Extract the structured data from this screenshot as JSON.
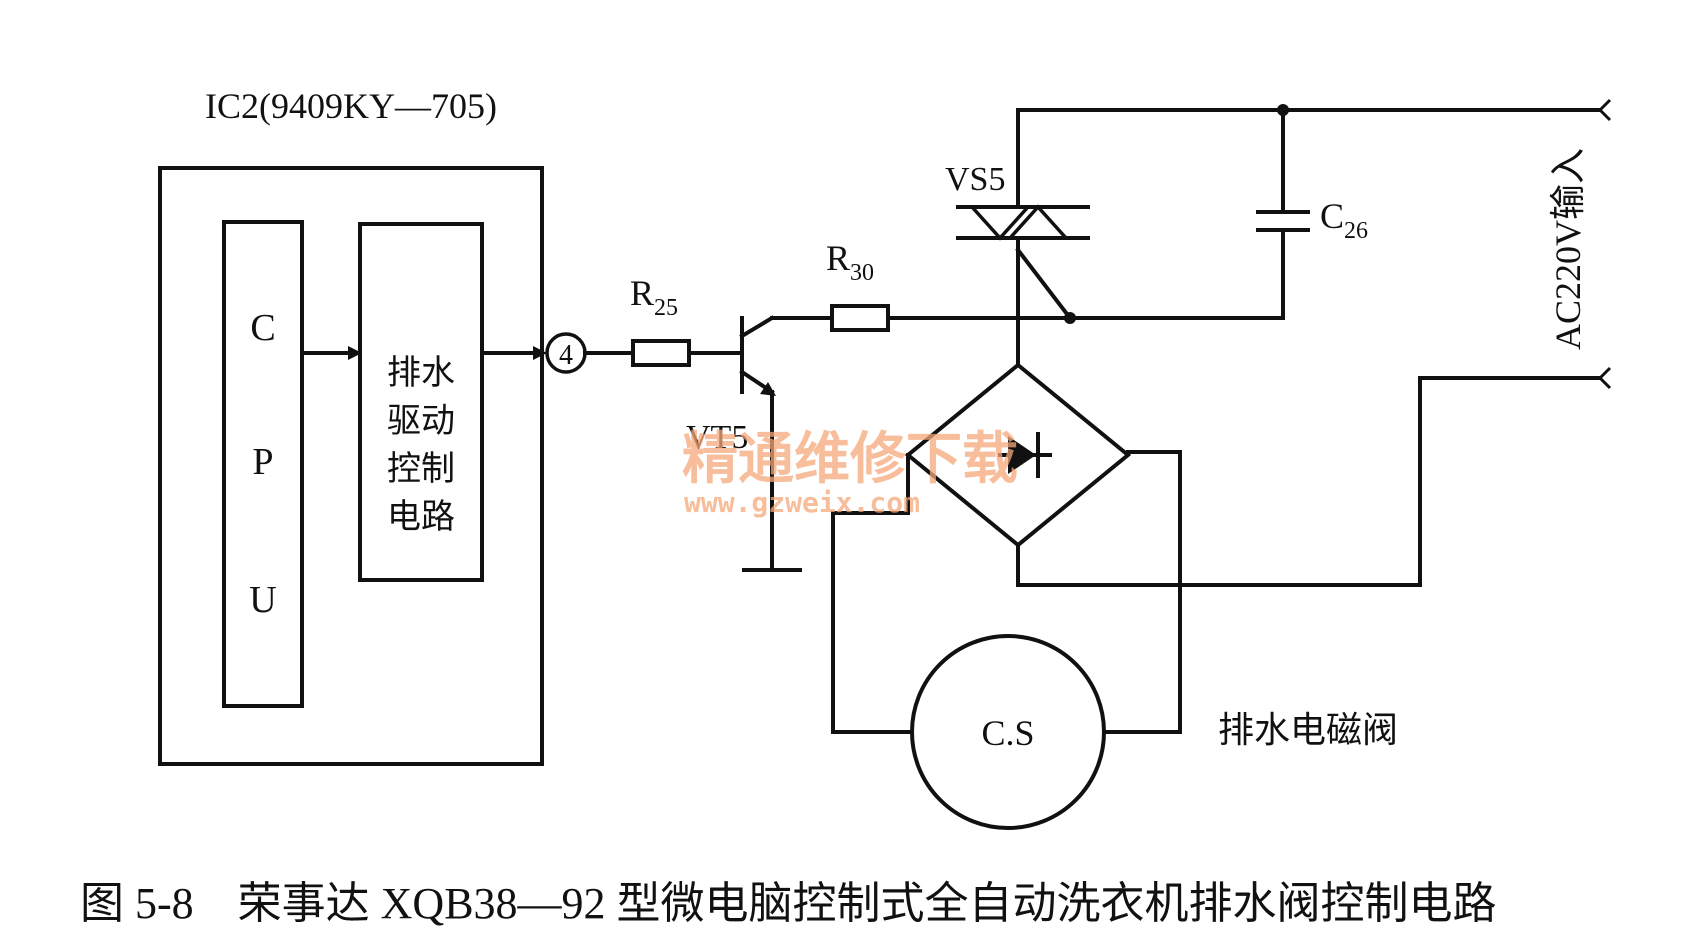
{
  "ic": {
    "title": "IC2(9409KY—705)"
  },
  "cpu": {
    "letters": [
      "C",
      "P",
      "U"
    ]
  },
  "driver": {
    "lines": [
      "排水",
      "驱动",
      "控制",
      "电路"
    ]
  },
  "pin": {
    "number": "4"
  },
  "resistors": {
    "r25": {
      "main": "R",
      "sub": "25"
    },
    "r30": {
      "main": "R",
      "sub": "30"
    }
  },
  "capacitor": {
    "main": "C",
    "sub": "26"
  },
  "triac": {
    "label": "VS5"
  },
  "transistor": {
    "label": "VT5"
  },
  "power": {
    "label": "AC220V输入"
  },
  "valve": {
    "symbol": "C.S",
    "label": "排水电磁阀"
  },
  "watermark": {
    "text": "精通维修下载",
    "url": "www.gzweix.com"
  },
  "caption": {
    "text": "图 5-8　荣事达 XQB38—92 型微电脑控制式全自动洗衣机排水阀控制电路"
  }
}
